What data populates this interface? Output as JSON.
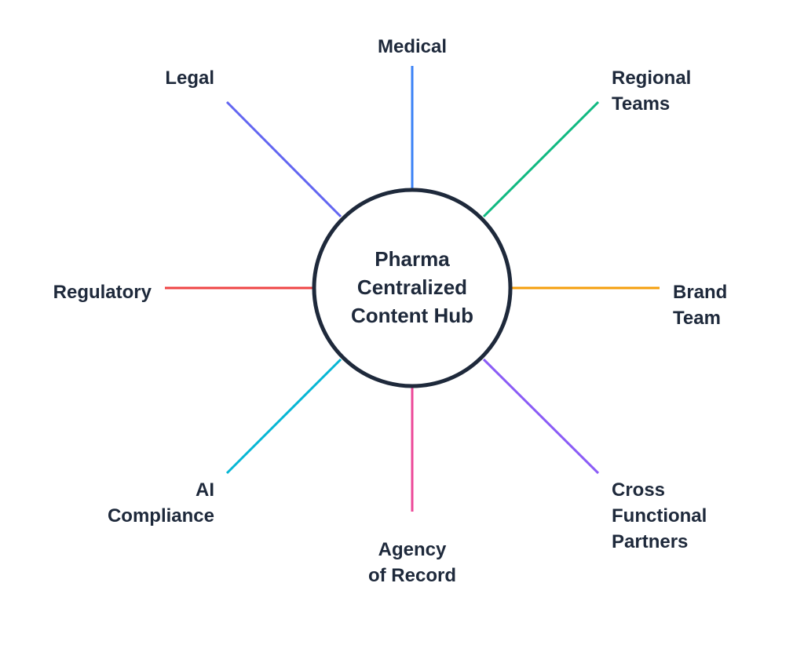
{
  "hub": {
    "lines": [
      "Pharma",
      "Centralized",
      "Content Hub"
    ],
    "border_color": "#1e293b",
    "fill_color": "#ffffff"
  },
  "text_color": "#1e293b",
  "spokes": [
    {
      "id": "medical",
      "label_lines": [
        "Medical"
      ],
      "color": "#3b82f6",
      "direction": "top"
    },
    {
      "id": "regional-teams",
      "label_lines": [
        "Regional",
        "Teams"
      ],
      "color": "#10b981",
      "direction": "top-right"
    },
    {
      "id": "brand-team",
      "label_lines": [
        "Brand",
        "Team"
      ],
      "color": "#f59e0b",
      "direction": "right"
    },
    {
      "id": "cross-functional-partners",
      "label_lines": [
        "Cross",
        "Functional",
        "Partners"
      ],
      "color": "#8b5cf6",
      "direction": "bottom-right"
    },
    {
      "id": "agency-of-record",
      "label_lines": [
        "Agency",
        "of Record"
      ],
      "color": "#ec4899",
      "direction": "bottom"
    },
    {
      "id": "ai-compliance",
      "label_lines": [
        "AI",
        "Compliance"
      ],
      "color": "#06b6d4",
      "direction": "bottom-left"
    },
    {
      "id": "regulatory",
      "label_lines": [
        "Regulatory"
      ],
      "color": "#ef4444",
      "direction": "left"
    },
    {
      "id": "legal",
      "label_lines": [
        "Legal"
      ],
      "color": "#6366f1",
      "direction": "top-left"
    }
  ]
}
